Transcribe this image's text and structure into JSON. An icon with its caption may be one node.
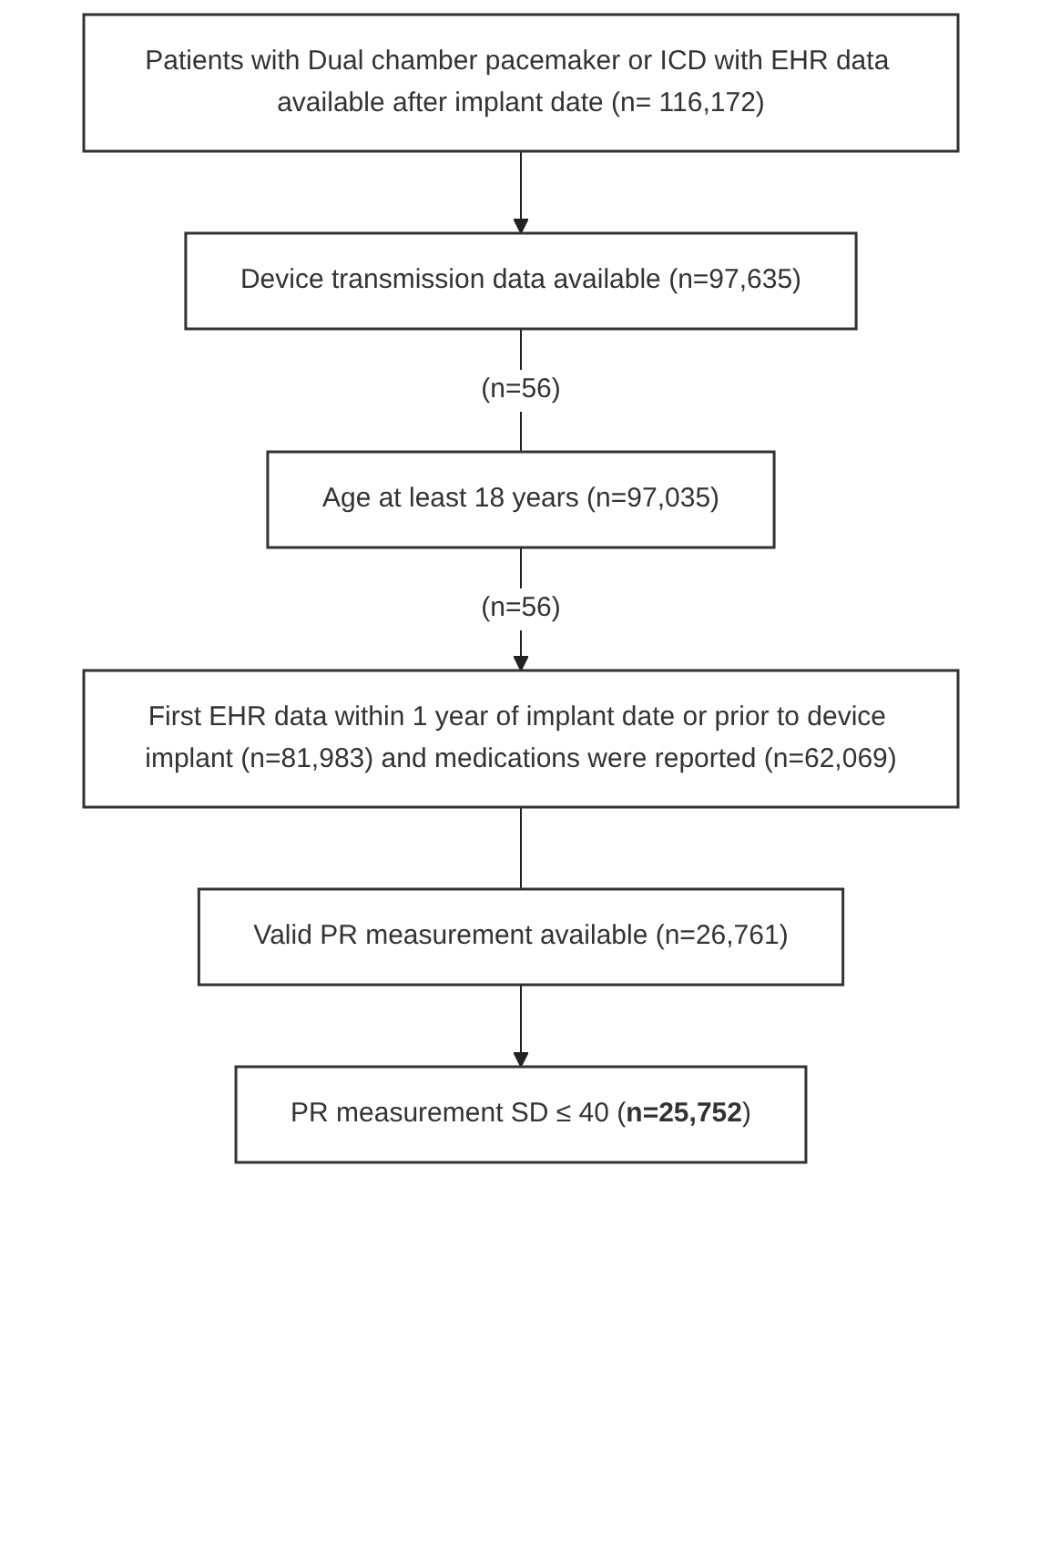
{
  "diagram": {
    "nodes": [
      {
        "text": [
          "Patients with Dual chamber pacemaker or ICD with EHR data available after implant date (n= 116,172)"
        ]
      },
      {
        "text": [
          "Device transmission data available (n=97,635)"
        ]
      },
      {
        "text": [
          "Age at least 18 years (n=97,035)"
        ]
      },
      {
        "text": [
          "First EHR data within 1 year of implant date or prior to device implant (n=81,983) and medications were reported (n=62,069)"
        ]
      },
      {
        "text": [
          "Valid PR measurement available (n=26,761)"
        ]
      },
      {
        "text": [
          "PR measurement SD ≤ 40 (**n=25,752**)"
        ]
      }
    ],
    "edges": [
      {
        "from": 0,
        "to": 1,
        "arrow": "to"
      },
      {
        "from": 1,
        "to": 2,
        "arrow": "none",
        "label": "(n=56)"
      },
      {
        "from": 2,
        "to": 3,
        "arrow": "to",
        "label": "(n=56)"
      },
      {
        "from": 3,
        "to": 4,
        "arrow": "none"
      },
      {
        "from": 4,
        "to": 5,
        "arrow": "to"
      }
    ]
  }
}
